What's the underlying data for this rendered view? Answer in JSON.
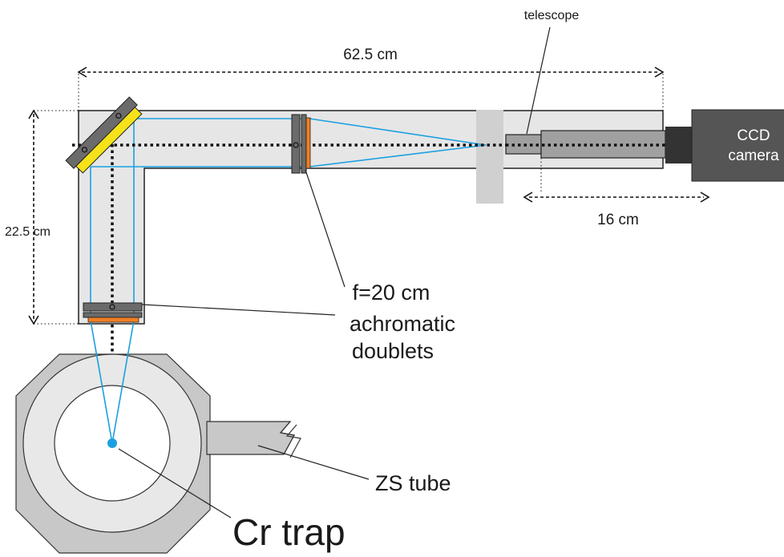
{
  "labels": {
    "telescope": "telescope",
    "overall_length": "62.5 cm",
    "height": "22.5 cm",
    "telescope_length": "16 cm",
    "lens_line1": "f=20 cm",
    "lens_line2": "achromatic",
    "lens_line3": "doublets",
    "ccd_line1": "CCD",
    "ccd_line2": "camera",
    "zs_tube": "ZS tube",
    "cr_trap": "Cr trap"
  },
  "colors": {
    "beam": "#1aa0e0",
    "tube_fill": "#e6e6e6",
    "mirror": "#f5e21a",
    "lens": "#f07f23",
    "mount": "#6b6b6b",
    "chamber": "#c8c8c8",
    "camera": "#555555"
  }
}
